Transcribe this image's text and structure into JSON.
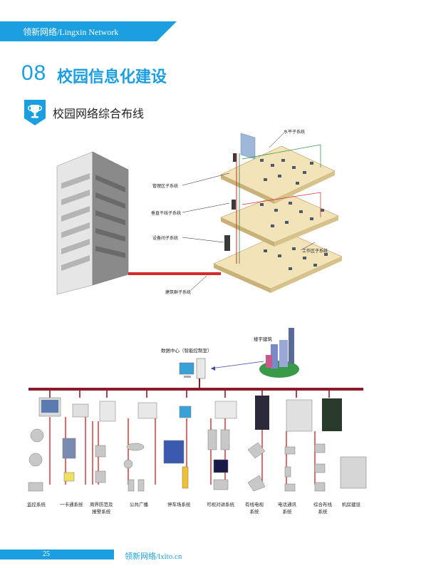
{
  "header": {
    "title": "领新网络/Lingxin Network"
  },
  "section": {
    "number": "08",
    "title": "校园信息化建设",
    "subtitle": "校园网络综合布线"
  },
  "diagram1": {
    "labels": {
      "horizontal": "水平子系统",
      "admin": "管理区子系统",
      "vertical": "垂直干线子系统",
      "equipment": "设备间子系统",
      "work_area": "工作区子系统",
      "campus": "建筑群子系统"
    }
  },
  "diagram2": {
    "building": "楼宇建筑",
    "data_center": "数据中心（智能控制室）",
    "captions": [
      "监控系统",
      "一卡通系统",
      "周界防范及\n报警系统",
      "公共广播",
      "停车场系统",
      "可视对讲系统",
      "有线电视\n系统",
      "电话通讯\n系统",
      "综合布线\n系统",
      "机房建设"
    ]
  },
  "footer": {
    "page": "25",
    "site": "领新网络/lxito.cn"
  },
  "colors": {
    "accent": "#1b9fe0",
    "bus": "#8b1a2a",
    "line": "#d42a2a"
  }
}
